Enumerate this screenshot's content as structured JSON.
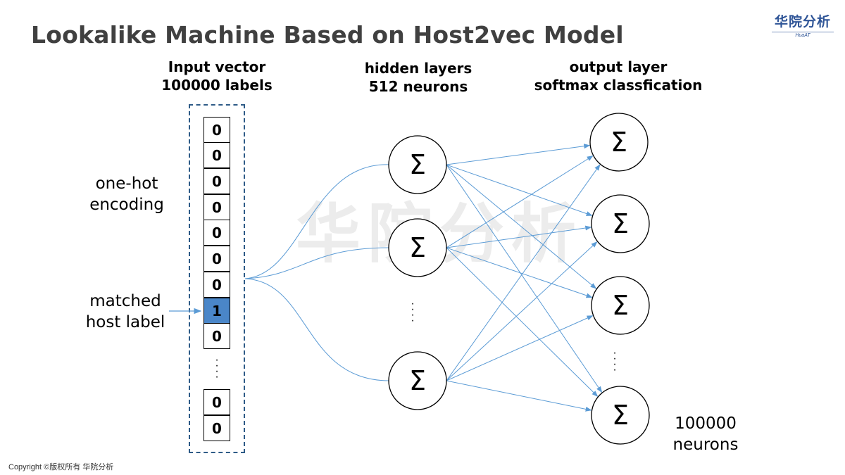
{
  "title": "Lookalike Machine Based on Host2vec Model",
  "logo": {
    "text": "华院分析",
    "subtext": "HuaAT"
  },
  "watermark": "华院分析",
  "columns": {
    "input": {
      "line1": "Input vector",
      "line2": "100000 labels"
    },
    "hidden": {
      "line1": "hidden layers",
      "line2": "512 neurons"
    },
    "output": {
      "line1": "output layer",
      "line2": "softmax classfication"
    }
  },
  "side_labels": {
    "encoding": {
      "line1": "one-hot",
      "line2": "encoding"
    },
    "matched": {
      "line1": "matched",
      "line2": "host label"
    }
  },
  "input_cells": [
    "0",
    "0",
    "0",
    "0",
    "0",
    "0",
    "0",
    "1",
    "0",
    "0",
    "0"
  ],
  "hot_index": 7,
  "neuron_symbol": "Σ",
  "output_count_label": {
    "line1": "100000",
    "line2": "neurons"
  },
  "footer": "Copyright ©版权所有   华院分析",
  "colors": {
    "edge": "#5b9bd5",
    "hot_cell": "#4a86c8",
    "dashed_box": "#2e5b87"
  }
}
